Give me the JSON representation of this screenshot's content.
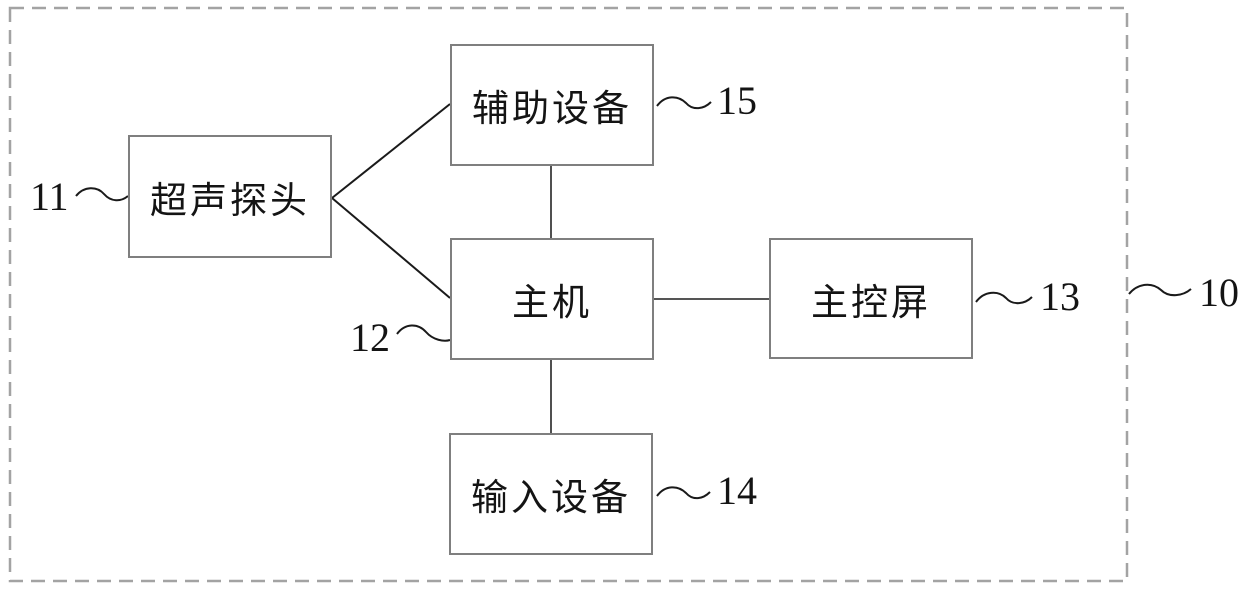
{
  "figure": {
    "boundary_ref": "10"
  },
  "nodes": {
    "probe": {
      "label": "超声探头",
      "ref": "11"
    },
    "auxiliary": {
      "label": "辅助设备",
      "ref": "15"
    },
    "host": {
      "label": "主机",
      "ref": "12"
    },
    "screen": {
      "label": "主控屏",
      "ref": "13"
    },
    "input": {
      "label": "输入设备",
      "ref": "14"
    }
  },
  "edges": [
    {
      "from": "probe",
      "to": "auxiliary"
    },
    {
      "from": "probe",
      "to": "host"
    },
    {
      "from": "auxiliary",
      "to": "host"
    },
    {
      "from": "host",
      "to": "screen"
    },
    {
      "from": "host",
      "to": "input"
    }
  ],
  "colors": {
    "background": "#ffffff",
    "box_border": "#7f7f7f",
    "boundary_dash": "#a3a3a3",
    "line": "#1a1a1a",
    "connector": "#3d3d3d",
    "text": "#141414"
  }
}
